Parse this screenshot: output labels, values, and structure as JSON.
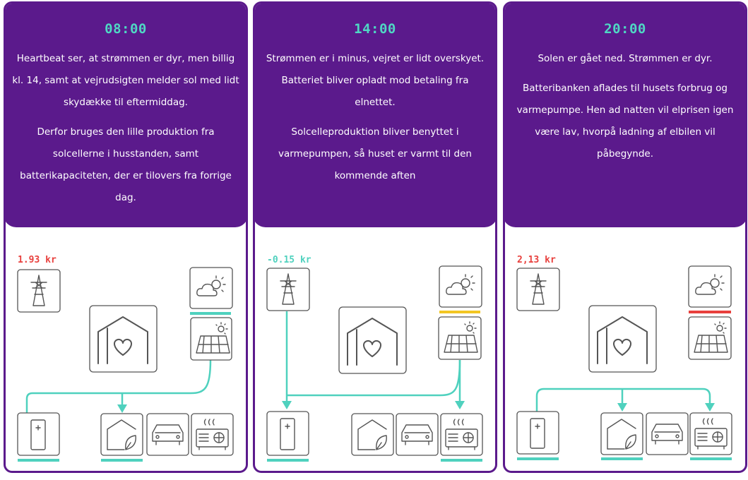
{
  "colors": {
    "purple": "#5b1a8c",
    "teal": "#4fd1be",
    "price_high": "#e8403d",
    "price_negative": "#4fd1be",
    "weather_sunny": "#4fd1be",
    "weather_cloudy": "#f3c623",
    "weather_night": "#e8403d"
  },
  "panels": [
    {
      "time": "08:00",
      "paragraphs": [
        "Heartbeat ser, at strømmen er dyr, men billig kl. 14, samt at vejrudsigten melder sol med lidt skydække til eftermiddag.",
        "Derfor bruges den lille produktion fra solcellerne i husstanden, samt batterikapaciteten, der er tilovers fra forrige dag."
      ],
      "price": "1.93 kr",
      "price_color": "#e8403d"
    },
    {
      "time": "14:00",
      "paragraphs": [
        "Strømmen er i minus, vejret er lidt overskyet. Batteriet bliver opladt mod betaling fra elnettet.",
        "Solcelleproduktion bliver benyttet i varmepumpen, så huset er varmt til den kommende aften"
      ],
      "price": "-0.15 kr",
      "price_color": "#4fd1be"
    },
    {
      "time": "20:00",
      "paragraphs": [
        "Solen er gået ned. Strømmen er dyr.",
        "Batteribanken aflades til husets forbrug og varmepumpe. Hen ad natten vil elprisen igen være lav, hvorpå ladning af elbilen vil påbegynde."
      ],
      "price": "2,13 kr",
      "price_color": "#e8403d"
    }
  ],
  "icons": [
    "power-pylon-icon",
    "weather-icon",
    "heartbeat-house-icon",
    "solar-panel-icon",
    "battery-icon",
    "house-leaf-icon",
    "electric-car-icon",
    "heat-pump-icon"
  ]
}
